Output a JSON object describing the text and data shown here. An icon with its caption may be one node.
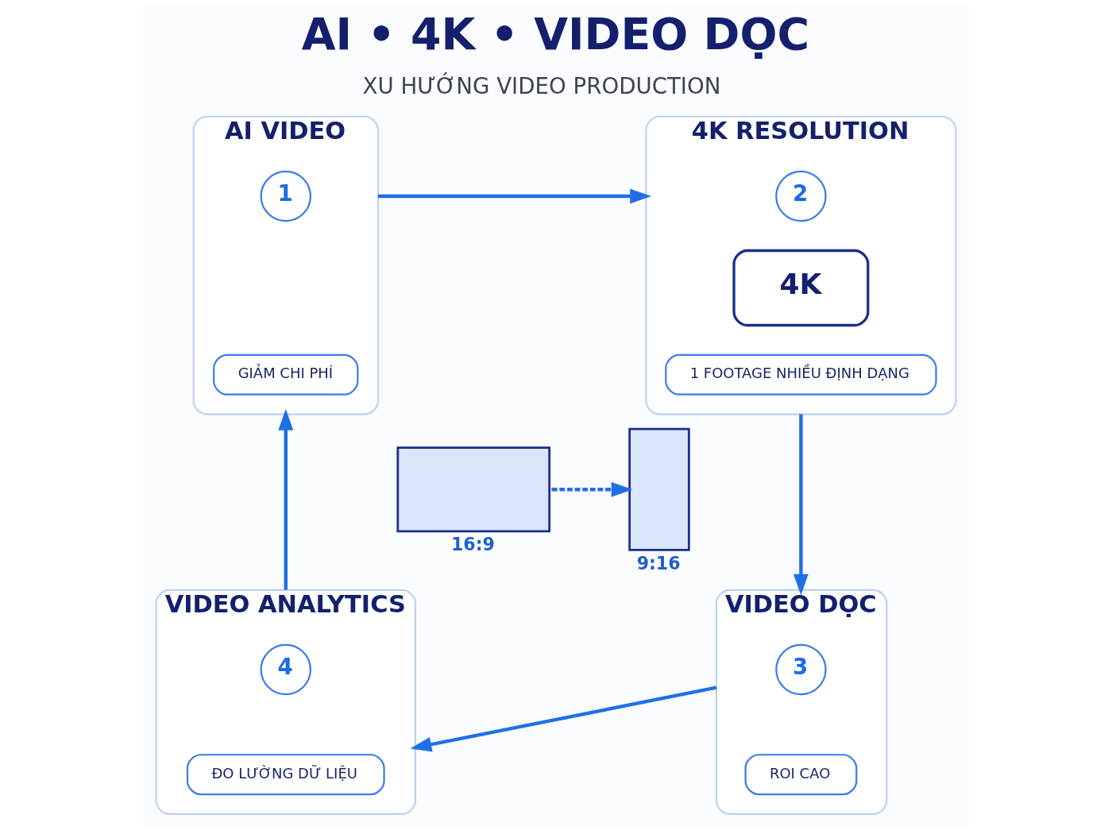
{
  "diagram": {
    "title": "AI • 4K • VIDEO DỌC",
    "nodes": [
      {
        "text": [
          "AI VIDEO"
        ]
      },
      {
        "text": [
          "1"
        ],
        "in": 0
      },
      {
        "text": [
          "GIẢM CHI PHÍ"
        ],
        "in": 0
      },
      {
        "text": [
          "4K RESOLUTION"
        ]
      },
      {
        "text": [
          "2"
        ],
        "in": 3
      },
      {
        "text": [
          "4K"
        ],
        "in": 3
      },
      {
        "text": [
          "1 FOOTAGE NHIỀU ĐỊNH DẠNG"
        ],
        "in": 3
      },
      {
        "text": [],
        "shape": "box",
        "beside": [
          "16:9"
        ]
      },
      {
        "text": [],
        "shape": "box",
        "beside": [
          "9:16"
        ]
      },
      {
        "text": [
          "VIDEO DỌC"
        ]
      },
      {
        "text": [
          "3"
        ],
        "in": 9
      },
      {
        "text": [
          "ROI CAO"
        ],
        "in": 9
      },
      {
        "text": [
          "VIDEO ANALYTICS"
        ]
      },
      {
        "text": [
          "4"
        ],
        "in": 12
      },
      {
        "text": [
          "ĐO LƯỜNG DỮ LIỆU"
        ],
        "in": 12
      }
    ],
    "edges": [
      {
        "from": 0,
        "to": 3,
        "arrow": "to"
      },
      {
        "from": 3,
        "to": 9,
        "arrow": "to"
      },
      {
        "from": 9,
        "to": 12,
        "arrow": "to"
      },
      {
        "from": 12,
        "to": 0,
        "arrow": "to"
      },
      {
        "from": 7,
        "to": 8,
        "arrow": "to",
        "style": "dashed"
      }
    ],
    "labels": [
      "XU HƯỚNG VIDEO PRODUCTION"
    ]
  }
}
